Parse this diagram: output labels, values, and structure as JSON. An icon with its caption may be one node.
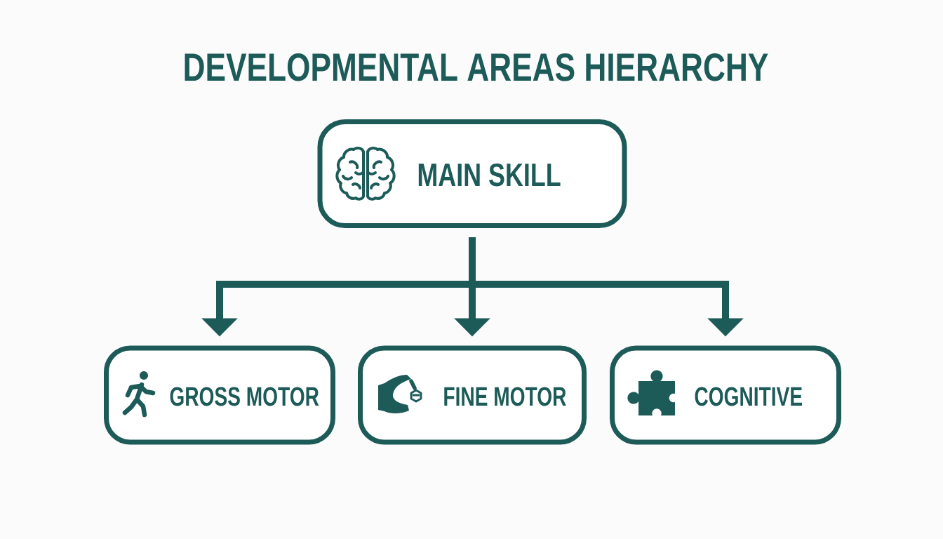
{
  "diagram": {
    "title": "DEVELOPMENTAL AREAS HIERARCHY",
    "nodes": [
      {
        "text": [
          "MAIN SKILL"
        ]
      },
      {
        "text": [
          "GROSS MOTOR"
        ]
      },
      {
        "text": [
          "FINE MOTOR"
        ]
      },
      {
        "text": [
          "COGNITIVE"
        ]
      }
    ],
    "edges": [
      {
        "from": 0,
        "to": 1,
        "arrow": "to"
      },
      {
        "from": 0,
        "to": 2,
        "arrow": "to"
      },
      {
        "from": 0,
        "to": 3,
        "arrow": "to"
      }
    ]
  }
}
